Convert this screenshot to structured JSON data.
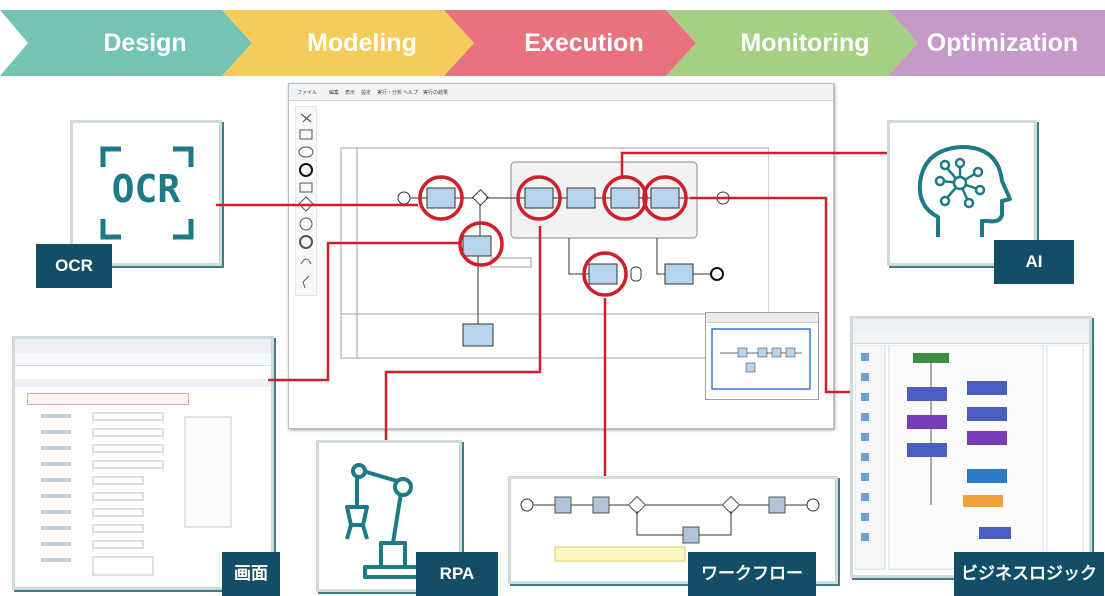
{
  "lifecycle": {
    "stages": [
      {
        "label": "Design",
        "color": "#74c4b3"
      },
      {
        "label": "Modeling",
        "color": "#f4cc5c"
      },
      {
        "label": "Execution",
        "color": "#e8737f"
      },
      {
        "label": "Monitoring",
        "color": "#a5cf82"
      },
      {
        "label": "Optimization",
        "color": "#c599c8"
      }
    ]
  },
  "colors": {
    "connector": "#d01f2c",
    "tag": "#124f66",
    "icon": "#1d7a87",
    "frame": "#cfdadb"
  },
  "ocr": {
    "tag": "OCR",
    "logo_text": "OCR",
    "icon": "ocr-scan-icon"
  },
  "ai": {
    "tag": "AI",
    "icon": "ai-head-network-icon"
  },
  "screen": {
    "tag": "画面"
  },
  "rpa": {
    "tag": "RPA",
    "icon": "robot-arm-icon"
  },
  "workflow": {
    "tag": "ワークフロー"
  },
  "biz_logic": {
    "tag": "ビジネスロジック"
  },
  "editor": {
    "menu": [
      "ファイル",
      "編集",
      "表示",
      "設定",
      "実行・分析",
      "ヘルプ",
      "実行の結果"
    ]
  }
}
